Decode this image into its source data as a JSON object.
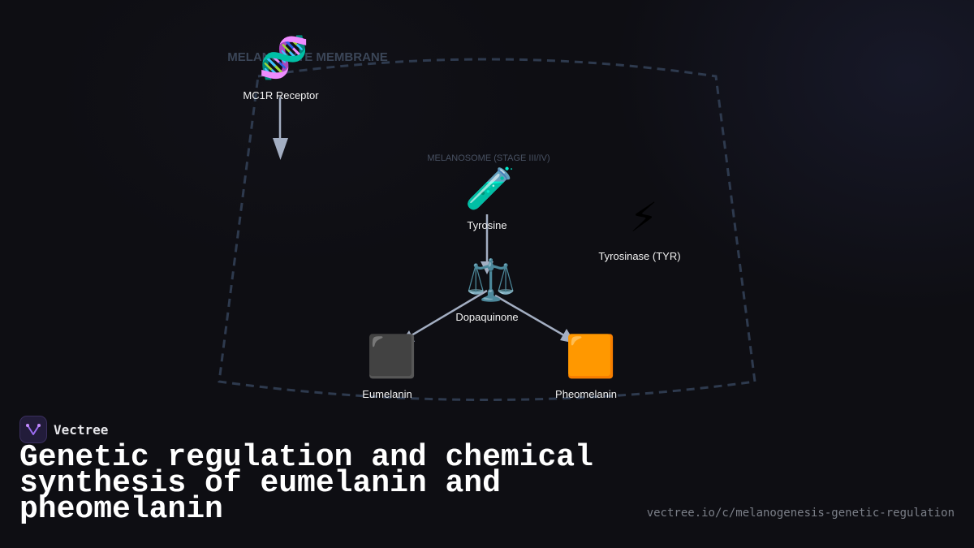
{
  "diagram": {
    "membrane_label": "MELANOCYTE MEMBRANE",
    "melanosome_label": "MELANOSOME (STAGE III/IV)",
    "nodes": {
      "mc1r": {
        "icon": "🧬",
        "icon_name": "dna-icon",
        "label": "MC1R Receptor"
      },
      "tyrosine": {
        "icon": "🧪",
        "icon_name": "test-tube-icon",
        "label": "Tyrosine"
      },
      "tyrosinase": {
        "icon": "⚡",
        "icon_name": "lightning-icon",
        "label": "Tyrosinase (TYR)"
      },
      "dopaquinone": {
        "icon": "⚖️",
        "icon_name": "balance-scale-icon",
        "label": "Dopaquinone"
      },
      "eumelanin": {
        "icon": "⬛",
        "icon_name": "black-square-icon",
        "label": "Eumelanin"
      },
      "pheomelanin": {
        "icon": "🟧",
        "icon_name": "orange-square-icon",
        "label": "Pheomelanin"
      }
    },
    "colors": {
      "membrane": "#2e3a4e",
      "edge": "#a3aec2"
    }
  },
  "brand": {
    "name": "Vectree",
    "logo_icon": "vectree-logo-icon"
  },
  "title": "Genetic regulation and chemical synthesis of eumelanin and pheomelanin",
  "url": "vectree.io/c/melanogenesis-genetic-regulation"
}
